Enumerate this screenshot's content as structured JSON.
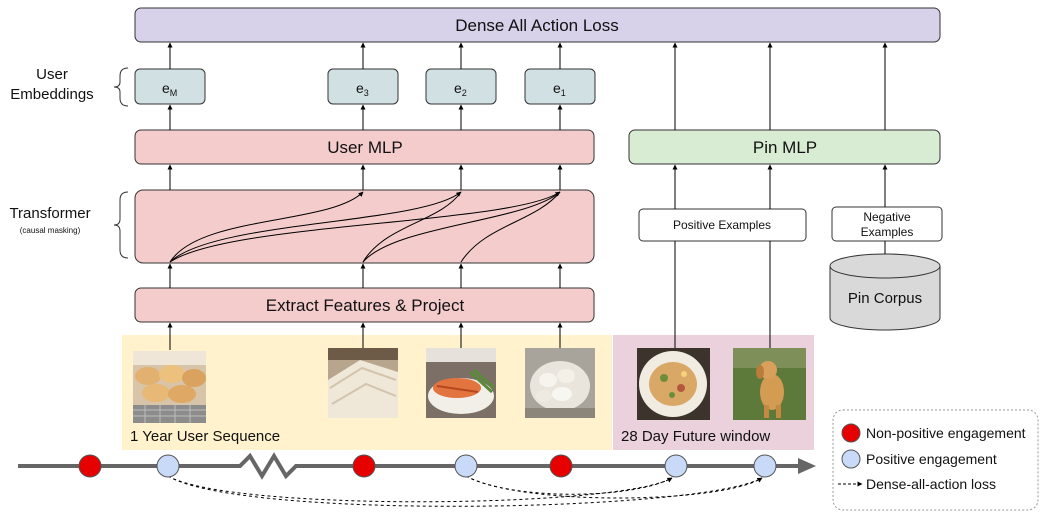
{
  "labels": {
    "top_loss": "Dense All Action Loss",
    "user_embeddings_l1": "User",
    "user_embeddings_l2": "Embeddings",
    "user_mlp": "User MLP",
    "pin_mlp": "Pin MLP",
    "transformer": "Transformer",
    "causal_masking": "(causal masking)",
    "extract_features": "Extract Features & Project",
    "positive_examples": "Positive Examples",
    "negative_l1": "Negative",
    "negative_l2": "Examples",
    "pin_corpus": "Pin Corpus",
    "user_sequence": "1 Year User Sequence",
    "future_window": "28 Day Future window"
  },
  "embeddings": [
    {
      "base": "e",
      "sub": "M"
    },
    {
      "base": "e",
      "sub": "3"
    },
    {
      "base": "e",
      "sub": "2"
    },
    {
      "base": "e",
      "sub": "1"
    }
  ],
  "legend": {
    "non_positive": "Non-positive engagement",
    "positive": "Positive engagement",
    "dense_loss": "Dense-all-action loss"
  },
  "colors": {
    "top_loss_fill": "#d8d1ea",
    "mlp_user_fill": "#f4cccc",
    "mlp_pin_fill": "#d8ebd3",
    "embed_fill": "#d0e0e3",
    "sequence_bg": "#fff2cc",
    "future_bg": "#ead1dc",
    "non_positive": "#e60000",
    "positive": "#c9daf8",
    "corpus_fill": "#d9d9d9",
    "timeline": "#666666"
  }
}
